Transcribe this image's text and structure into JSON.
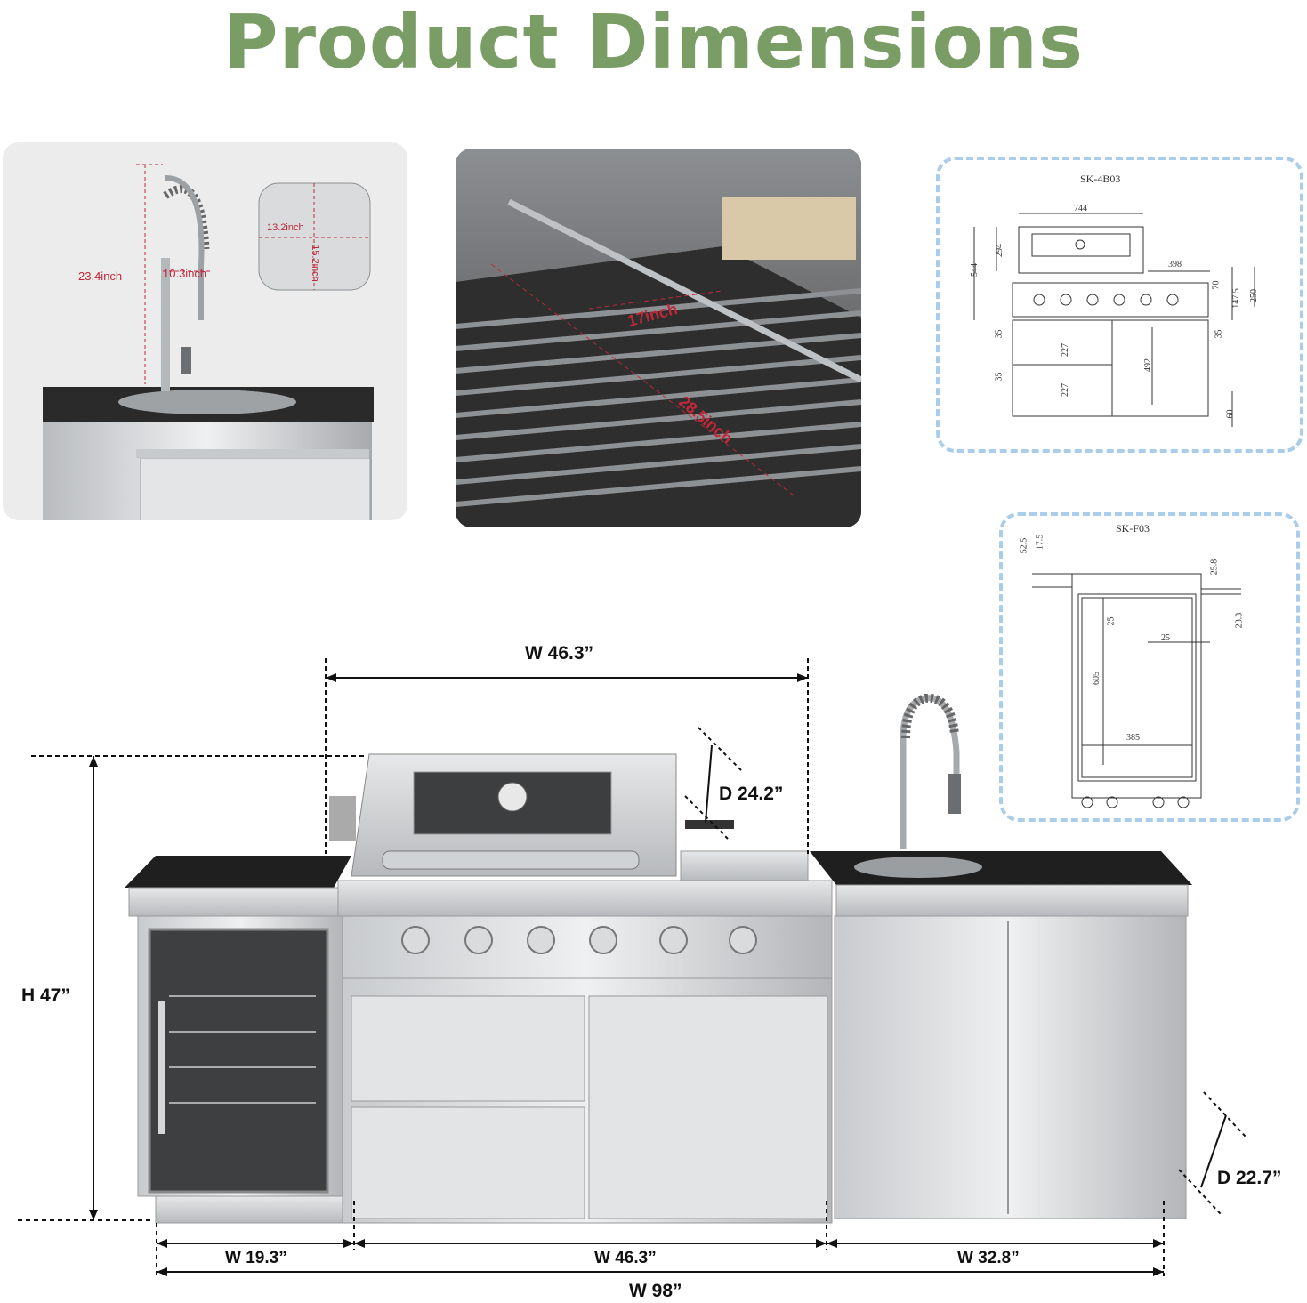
{
  "title": "Product Dimensions",
  "sink_photo": {
    "height_label": "23.4inch",
    "reach_label": "10.3inch",
    "basin_width_label": "13.2inch",
    "basin_depth_label": "15.2inch"
  },
  "grill_photo": {
    "spit_label": "17inch",
    "grate_label": "28.5inch"
  },
  "grill_drawing": {
    "model": "SK-4B03",
    "dims": {
      "d744": "744",
      "d294": "294",
      "d544": "544",
      "d398": "398",
      "d70": "70",
      "d147": "147.5",
      "d250": "250",
      "d35a": "35",
      "d227a": "227",
      "d492": "492",
      "d35b": "35",
      "d35c": "35",
      "d227b": "227",
      "d60": "60"
    }
  },
  "fridge_drawing": {
    "model": "SK-F03",
    "dims": {
      "d52": "52.5",
      "d17": "17.5",
      "d25_8": "25.8",
      "d23_3": "23.3",
      "d25a": "25",
      "d25b": "25",
      "d605": "605",
      "d385": "385"
    }
  },
  "main_dims": {
    "top_width": "W 46.3”",
    "grill_depth": "D 24.2”",
    "height": "H 47”",
    "sink_depth": "D 22.7”",
    "fridge_width": "W 19.3”",
    "grill_width": "W 46.3”",
    "sink_width": "W 32.8”",
    "total_width": "W 98”"
  },
  "colors": {
    "title_green": "#7a9d66",
    "dash_blue": "#a9cdea",
    "dim_red": "#c0283a"
  }
}
